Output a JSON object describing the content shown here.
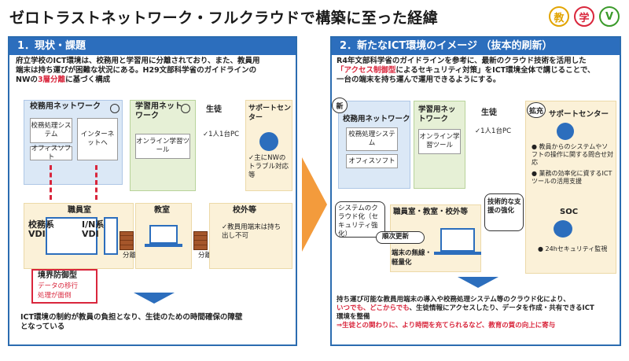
{
  "title": "ゼロトラストネットワーク・フルクラウドで構築に至った経緯",
  "badges": [
    {
      "text": "教",
      "color": "#e2a400"
    },
    {
      "text": "学",
      "color": "#d9263c"
    },
    {
      "text": "V",
      "color": "#3a9a2a"
    }
  ],
  "left": {
    "header": "1．現状・課題",
    "intro_1": "府立学校のICT環境は、校務用と学習用に分離されており、また、教員用",
    "intro_2": "端末は持ち運びが困難な状況にある。H29文部科学省のガイドラインの",
    "intro_3a": "NWの",
    "intro_3b": "3層分離",
    "intro_3c": "に基づく構成",
    "komu_title": "校務用ネットワーク",
    "komu_box1": "校務処理システム",
    "komu_box2": "オフィスソフト",
    "komu_box3": "インターネットへ",
    "gakushu_title": "学習用ネットワーク",
    "gakushu_box": "オンライン学習ツール",
    "student_title": "生徒",
    "student_item": "✓1人1台PC",
    "support_title": "サポートセンター",
    "support_item": "✓主にNWのトラブル対応等",
    "shokuin": "職員室",
    "vdi1": "校務系VDI",
    "vdi2": "I/N系VDI",
    "kyoshitsu": "教室",
    "kogai": "校外等",
    "kogai_item": "✓教員用端末は持ち出し不可",
    "bunri1": "分離",
    "bunri2": "分離",
    "kyokai_title": "境界防御型",
    "kyokai_1": "データの移行",
    "kyokai_2": "処理が面倒",
    "footer_1": "ICT環境の制約が教員の負担となり、生徒のための時間確保の障壁",
    "footer_2": "となっている"
  },
  "right": {
    "header": "2．新たなICT環境のイメージ （抜本的刷新）",
    "intro_1": "R4年文部科学省のガイドラインを参考に、最新のクラウド技術を活用した",
    "intro_2a": "「アクセス制御型",
    "intro_2b": "によるセキュリティ対策」をICT環境全体で講じることで、",
    "intro_3": "一台の端末を持ち運んで運用できるようにする。",
    "new_tag": "新",
    "komu_title": "校務用ネットワーク",
    "komu_box1": "校務処理システム",
    "komu_box2": "オフィスソフト",
    "gakushu_title": "学習用ネットワーク",
    "gakushu_box": "オンライン学習ツール",
    "student_title": "生徒",
    "student_item": "✓1人1台PC",
    "kakuju_tag": "拡充",
    "support_title": "サポートセンター",
    "support_item1": "● 教員からのシステムやソフトの操作に関する問合せ対応",
    "support_item2": "● 業務の効率化に資するICTツールの活用支援",
    "soc": "SOC",
    "soc_item": "● 24hセキュリティ監視",
    "cloud_note": "システムのクラウド化（セキュリティ強化）",
    "tech_note": "技術的な支援の強化",
    "shokuin": "職員室・教室・校外等",
    "junji": "順次更新",
    "tanmatsu": "端末の無線・軽量化",
    "footer_1": "持ち運び可能な教員用端末の導入や校務処理システム等のクラウド化により、",
    "footer_2a": "いつでも、どこからでも",
    "footer_2b": "、生徒情報にアクセスしたり、データを作成・共有できるICT",
    "footer_3": "環境を整備",
    "footer_4": "⇒生徒との関わりに、より時間を充てられるなど、教育の質の向上に寄与"
  }
}
